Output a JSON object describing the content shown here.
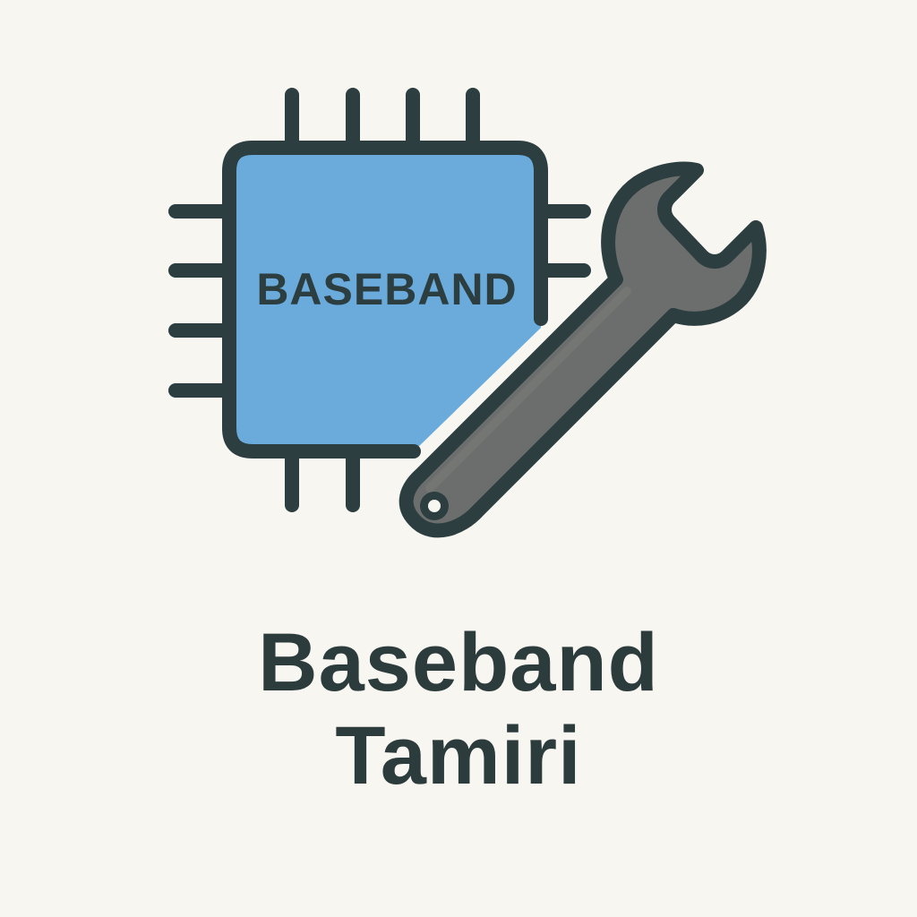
{
  "icon": {
    "chip_label": "BASEBAND",
    "chip_icon": "microchip-icon",
    "tool_icon": "wrench-icon"
  },
  "title": {
    "line1": "Baseband",
    "line2": "Tamiri"
  },
  "colors": {
    "background": "#f8f6f1",
    "outline": "#2c3e40",
    "chip_fill": "#6aabdc",
    "wrench_fill": "#6c6e6d",
    "text": "#2c3b3c"
  }
}
